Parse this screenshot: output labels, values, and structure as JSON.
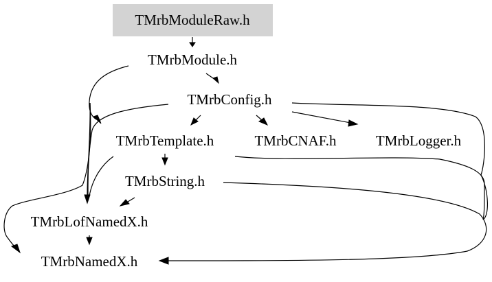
{
  "nodes": {
    "raw": {
      "label": "TMrbModuleRaw.h",
      "fill": "#d3d3d3"
    },
    "module": {
      "label": "TMrbModule.h"
    },
    "config": {
      "label": "TMrbConfig.h"
    },
    "template": {
      "label": "TMrbTemplate.h"
    },
    "cnaf": {
      "label": "TMrbCNAF.h"
    },
    "logger": {
      "label": "TMrbLogger.h"
    },
    "string": {
      "label": "TMrbString.h"
    },
    "lofnamedx": {
      "label": "TMrbLofNamedX.h"
    },
    "namedx": {
      "label": "TMrbNamedX.h"
    }
  },
  "colors": {
    "background": "#ffffff",
    "highlight_node": "#d3d3d3",
    "ink": "#000000"
  }
}
